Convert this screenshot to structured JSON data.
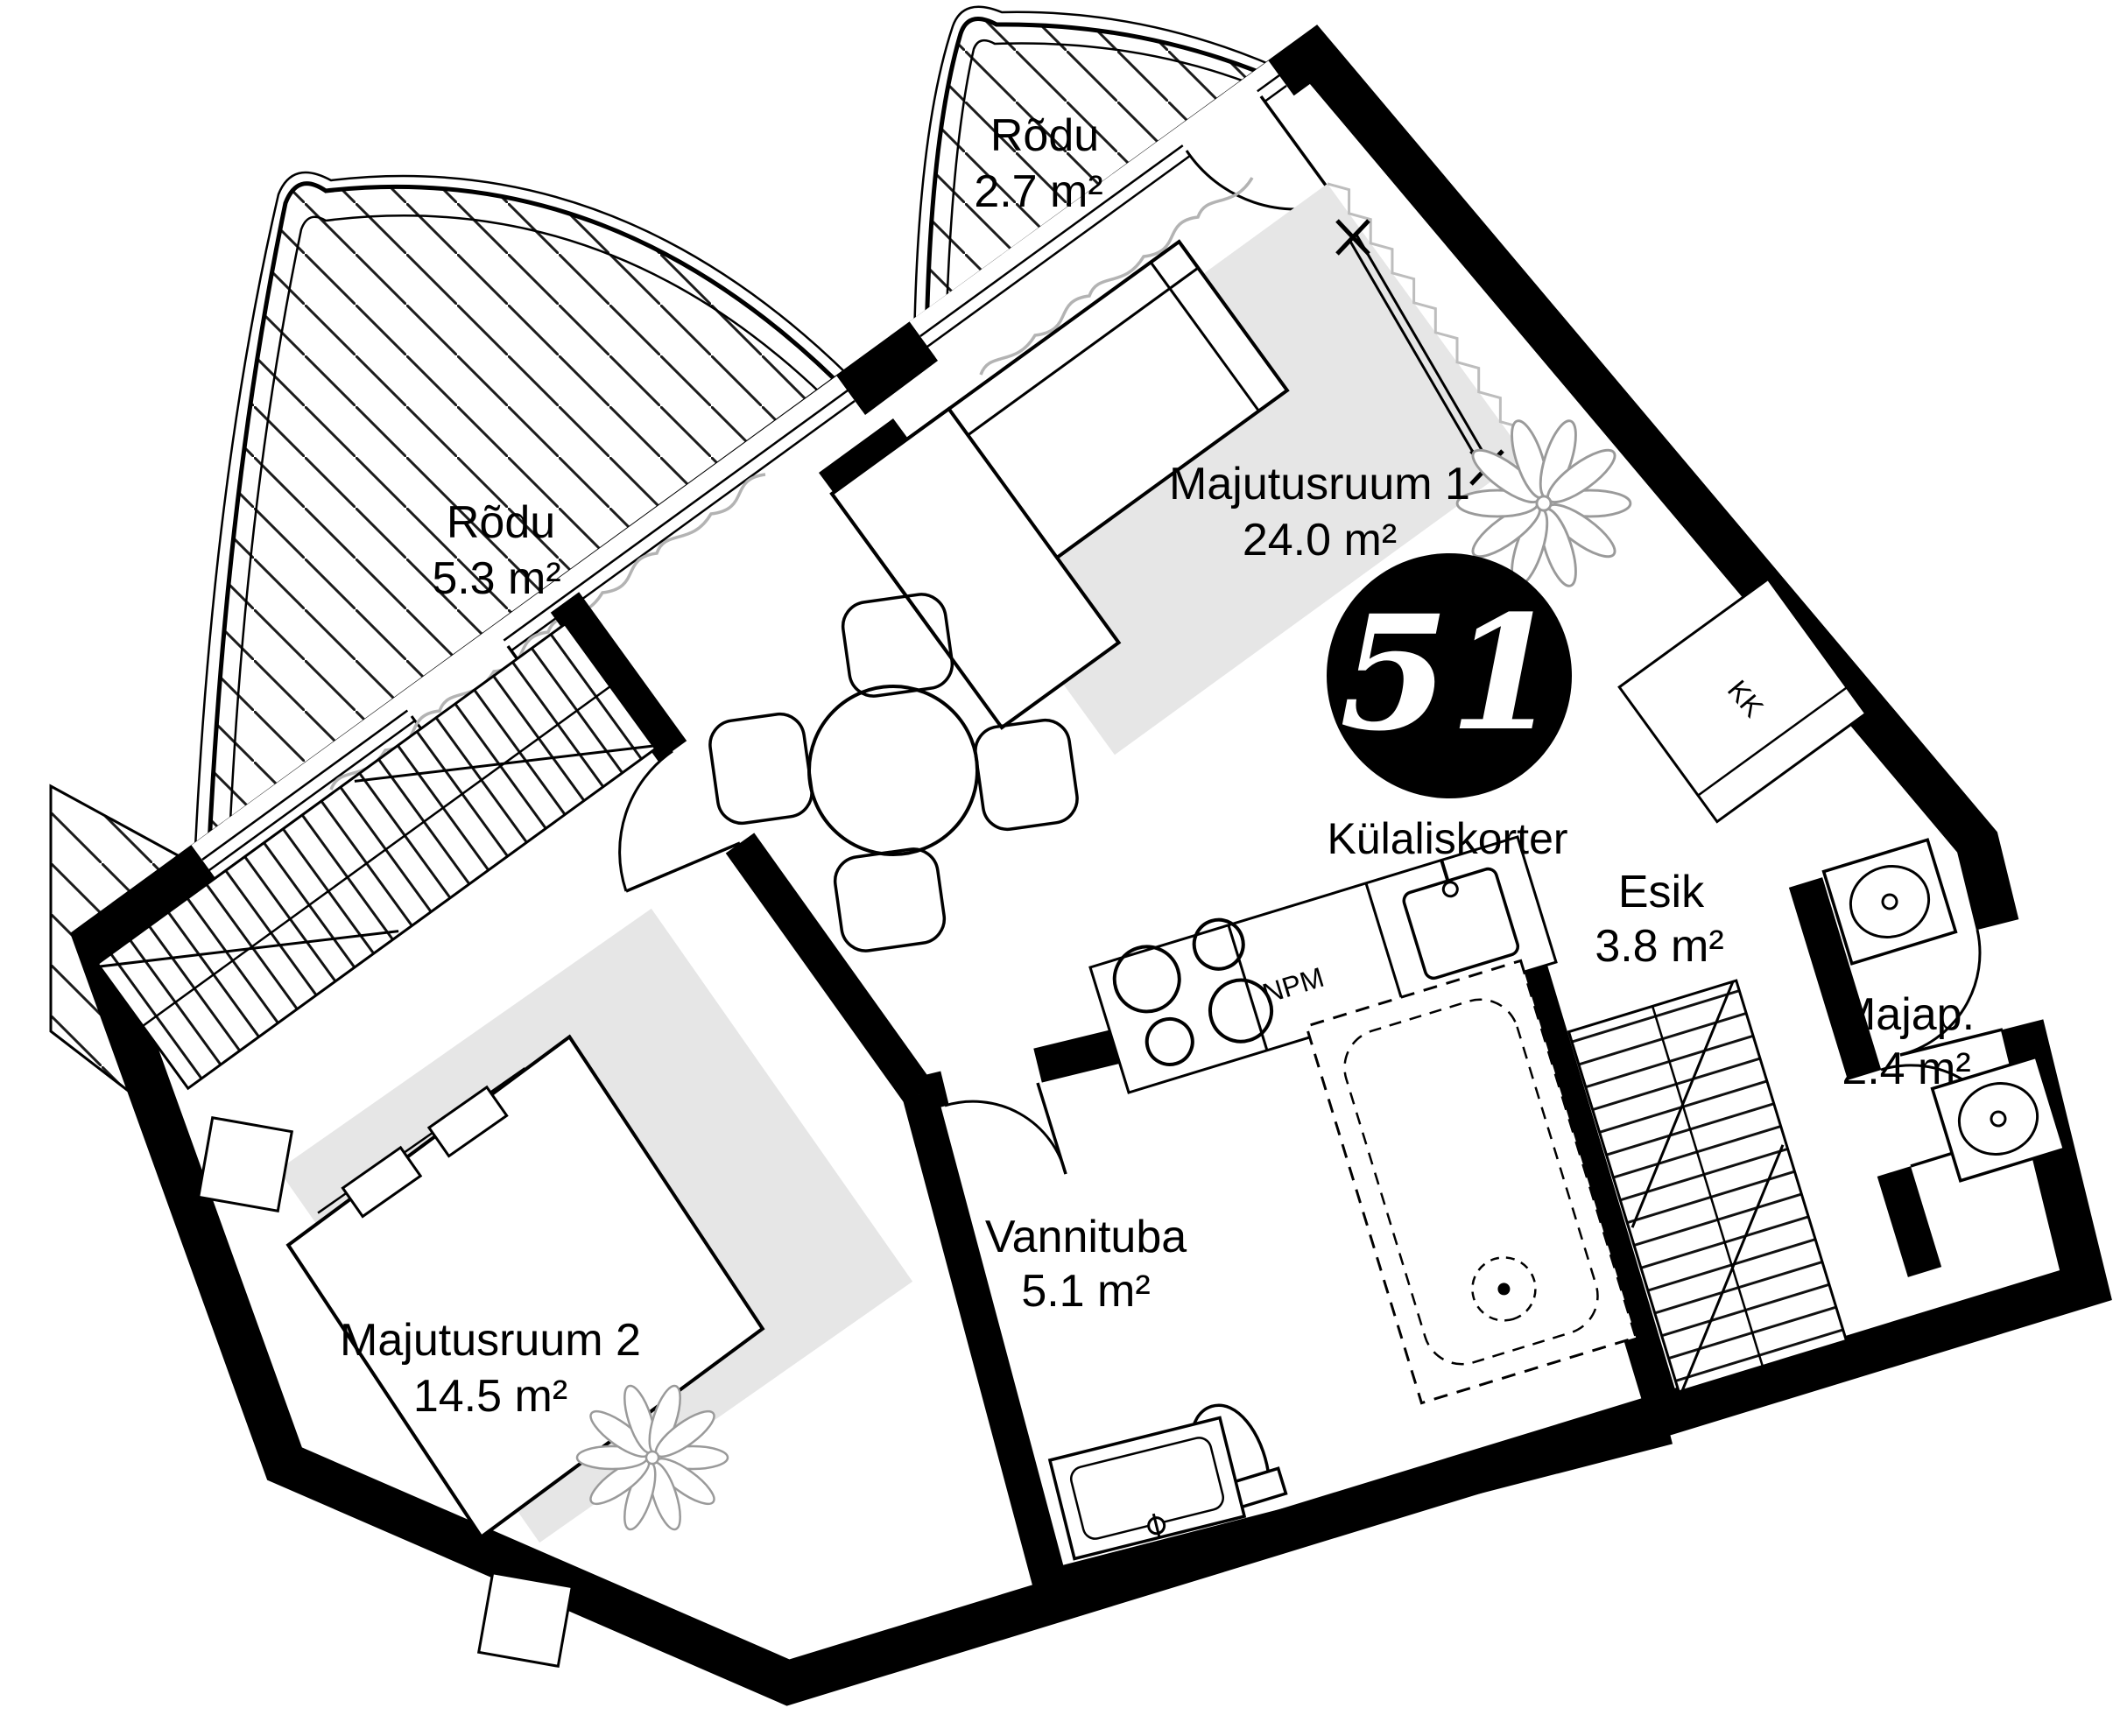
{
  "plan": {
    "badge": {
      "number": "51",
      "label": "Külaliskorter"
    },
    "rooms": [
      {
        "name": "Majutusruum 1",
        "area": "24.0 m²"
      },
      {
        "name": "Majutusruum 2",
        "area": "14.5 m²"
      },
      {
        "name": "Vannituba",
        "area": "5.1 m²"
      },
      {
        "name": "Esik",
        "area": "3.8 m²"
      },
      {
        "name": "Majap.",
        "area": "2.4 m²"
      },
      {
        "name": "Rõdu",
        "area": "2.7 m²"
      },
      {
        "name": "Rõdu",
        "area": "5.3 m²"
      }
    ],
    "appliances": {
      "dishwasher_label": "NPM",
      "kitchen_closet_label": "KK"
    },
    "colors": {
      "walls": "#000000",
      "rug": "#e6e6e6",
      "curtain": "#b3b3b3",
      "plant": "#9a9a9a",
      "paper": "#ffffff"
    }
  }
}
